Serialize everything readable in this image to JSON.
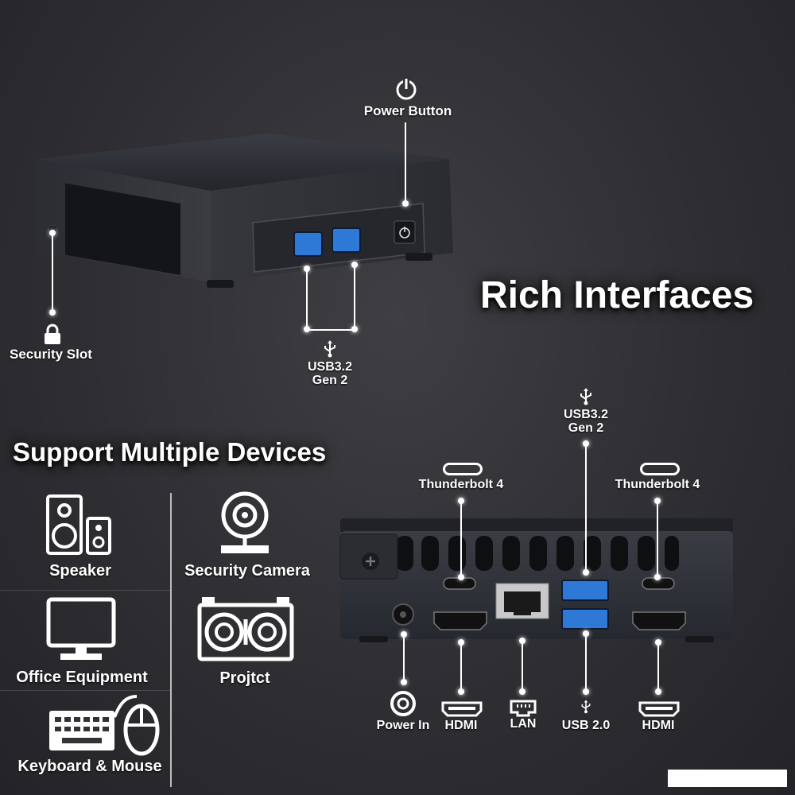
{
  "headings": {
    "rich_interfaces": "Rich Interfaces",
    "support_devices": "Support Multiple Devices"
  },
  "front_labels": {
    "power_button": "Power Button",
    "security_slot": "Security Slot",
    "usb_front_line1": "USB3.2",
    "usb_front_line2": "Gen 2"
  },
  "rear_labels": {
    "usb_rear_line1": "USB3.2",
    "usb_rear_line2": "Gen 2",
    "thunderbolt_left": "Thunderbolt 4",
    "thunderbolt_right": "Thunderbolt 4",
    "power_in": "Power In",
    "hdmi_left": "HDMI",
    "lan": "LAN",
    "usb20": "USB 2.0",
    "hdmi_right": "HDMI"
  },
  "devices": [
    {
      "label": "Speaker",
      "icon": "speaker-icon"
    },
    {
      "label": "Security Camera",
      "icon": "security-camera-icon"
    },
    {
      "label": "Office Equipment",
      "icon": "monitor-icon"
    },
    {
      "label": "Projtct",
      "icon": "projector-icon"
    },
    {
      "label": "Keyboard & Mouse",
      "icon": "keyboard-mouse-icon"
    }
  ],
  "colors": {
    "usb_blue": "#2e78d6",
    "device_body": "#2a2d33",
    "background": "#333337"
  }
}
